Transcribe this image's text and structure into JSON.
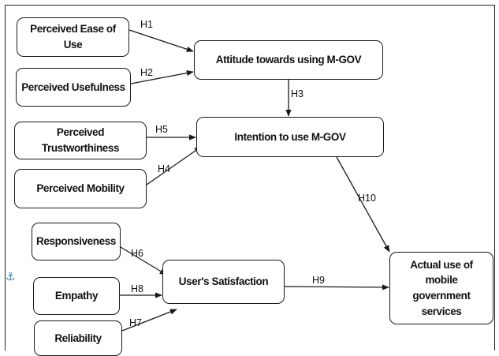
{
  "diagram": {
    "boxes": {
      "peou": "Perceived Ease of Use",
      "pu": "Perceived Usefulness",
      "attitude": "Attitude towards using M-GOV",
      "pt": "Perceived Trustworthiness",
      "intention": "Intention to use M-GOV",
      "pm": "Perceived Mobility",
      "responsiveness": "Responsiveness",
      "empathy": "Empathy",
      "reliability": "Reliability",
      "satisfaction": "User's Satisfaction",
      "actual_use": "Actual use of mobile government services"
    },
    "hypotheses": {
      "h1": "H1",
      "h2": "H2",
      "h3": "H3",
      "h4": "H4",
      "h5": "H5",
      "h6": "H6",
      "h7": "H7",
      "h8": "H8",
      "h9": "H9",
      "h10": "H10"
    },
    "anchor_icon": "anchor-icon",
    "colors": {
      "line": "#1a1a1a",
      "anchor": "#2e7fb8"
    }
  }
}
